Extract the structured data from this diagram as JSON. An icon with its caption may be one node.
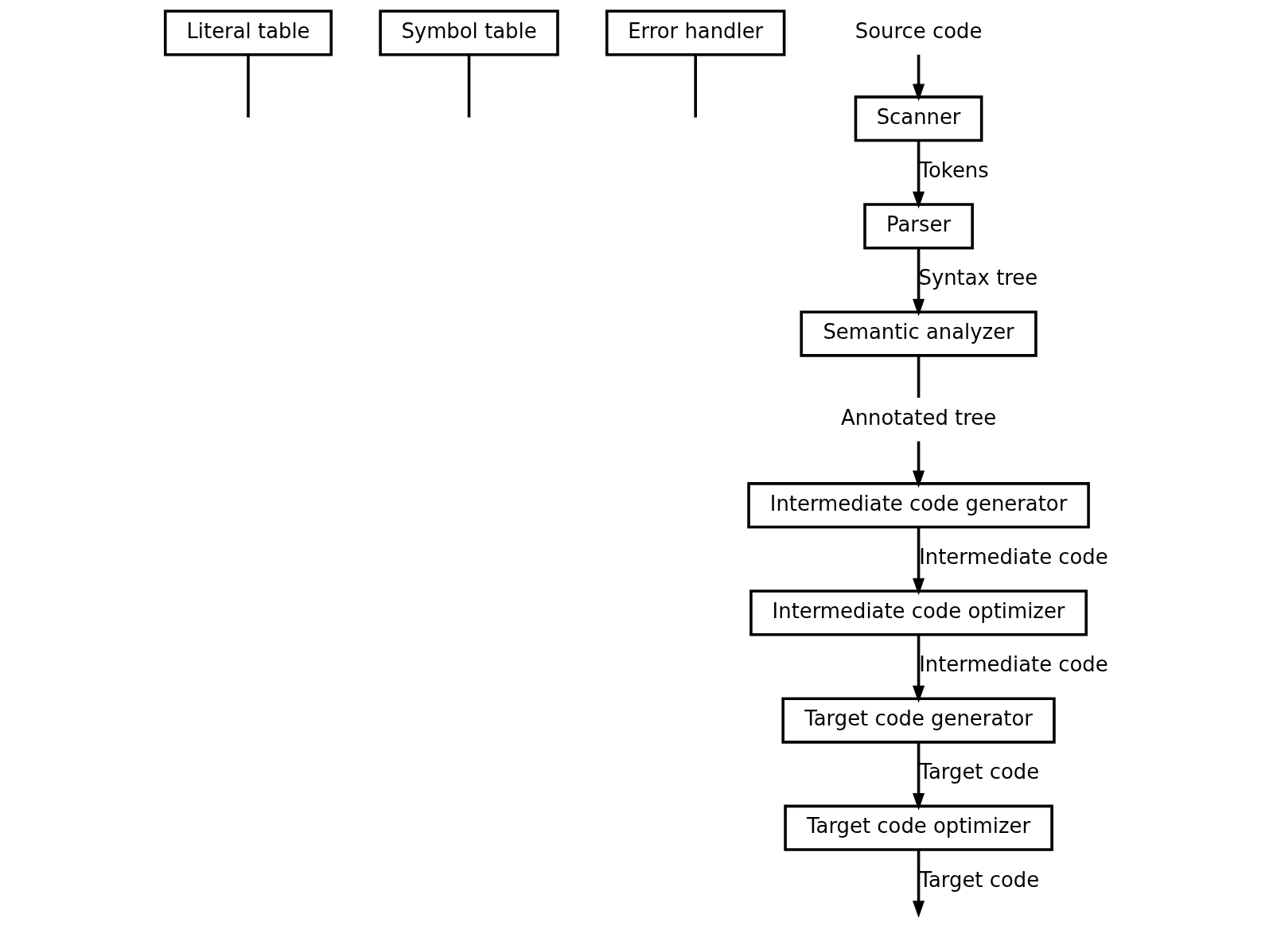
{
  "diagram": {
    "nodes": [
      {
        "text": [
          "Literal table"
        ]
      },
      {
        "text": [
          "Symbol table"
        ]
      },
      {
        "text": [
          "Error handler"
        ]
      },
      {
        "text": [
          "Source code"
        ]
      },
      {
        "text": [
          "Scanner"
        ]
      },
      {
        "text": [
          "Parser"
        ]
      },
      {
        "text": [
          "Semantic analyzer"
        ]
      },
      {
        "text": [
          "Annotated tree"
        ]
      },
      {
        "text": [
          "Intermediate code generator"
        ]
      },
      {
        "text": [
          "Intermediate code optimizer"
        ]
      },
      {
        "text": [
          "Target code generator"
        ]
      },
      {
        "text": [
          "Target code optimizer"
        ]
      }
    ],
    "edges": [
      {
        "from": 3,
        "to": 4,
        "arrow": "to"
      },
      {
        "from": 4,
        "to": 5,
        "arrow": "to",
        "label": "Tokens"
      },
      {
        "from": 5,
        "to": 6,
        "arrow": "to",
        "label": "Syntax tree"
      },
      {
        "from": 6,
        "to": 7,
        "arrow": "none"
      },
      {
        "from": 7,
        "to": 8,
        "arrow": "to"
      },
      {
        "from": 8,
        "to": 9,
        "arrow": "to",
        "label": "Intermediate code"
      },
      {
        "from": 9,
        "to": 10,
        "arrow": "to",
        "label": "Intermediate code"
      },
      {
        "from": 10,
        "to": 11,
        "arrow": "to",
        "label": "Target code"
      },
      {
        "from": 11,
        "to": null,
        "arrow": "to",
        "label": "Target code"
      },
      {
        "from": 0,
        "to": null,
        "arrow": "none"
      },
      {
        "from": 1,
        "to": null,
        "arrow": "none"
      },
      {
        "from": 2,
        "to": null,
        "arrow": "none"
      }
    ]
  }
}
